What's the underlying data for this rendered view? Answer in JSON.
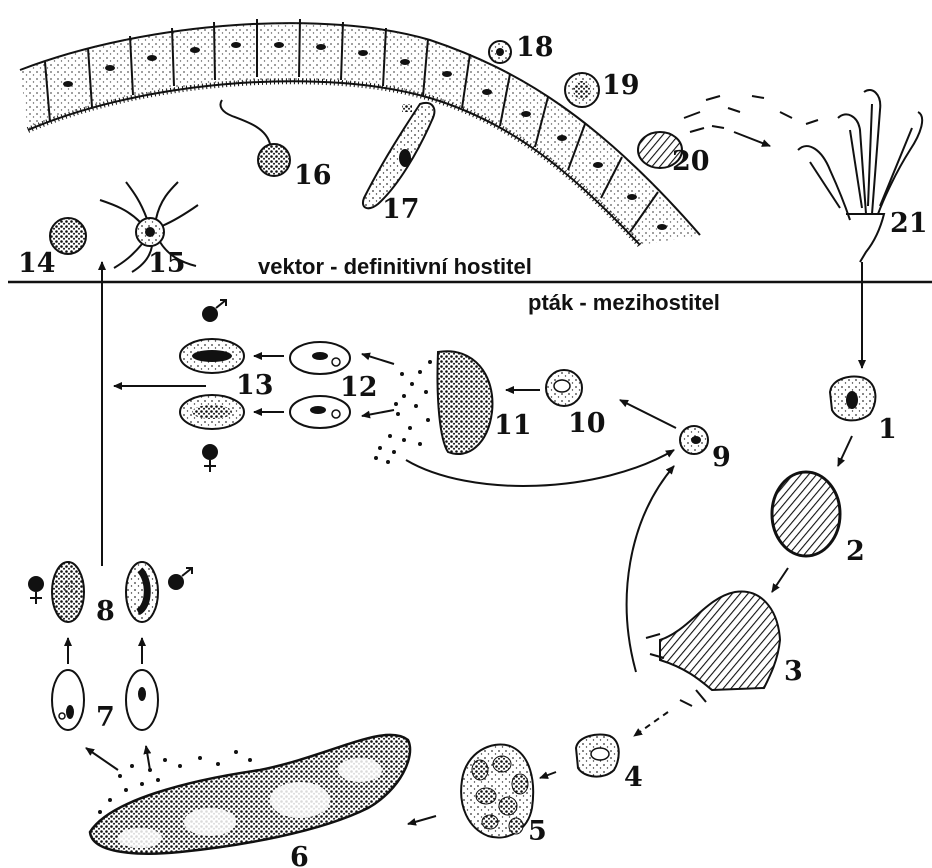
{
  "labels": {
    "vector": "vektor - definitivní hostitel",
    "bird": "pták - mezihostitel"
  },
  "stage_numbers": [
    "1",
    "2",
    "3",
    "4",
    "5",
    "6",
    "7",
    "8",
    "9",
    "10",
    "11",
    "12",
    "13",
    "14",
    "15",
    "16",
    "17",
    "18",
    "19",
    "20",
    "21"
  ],
  "symbols": {
    "male": "♂",
    "female": "♀"
  }
}
